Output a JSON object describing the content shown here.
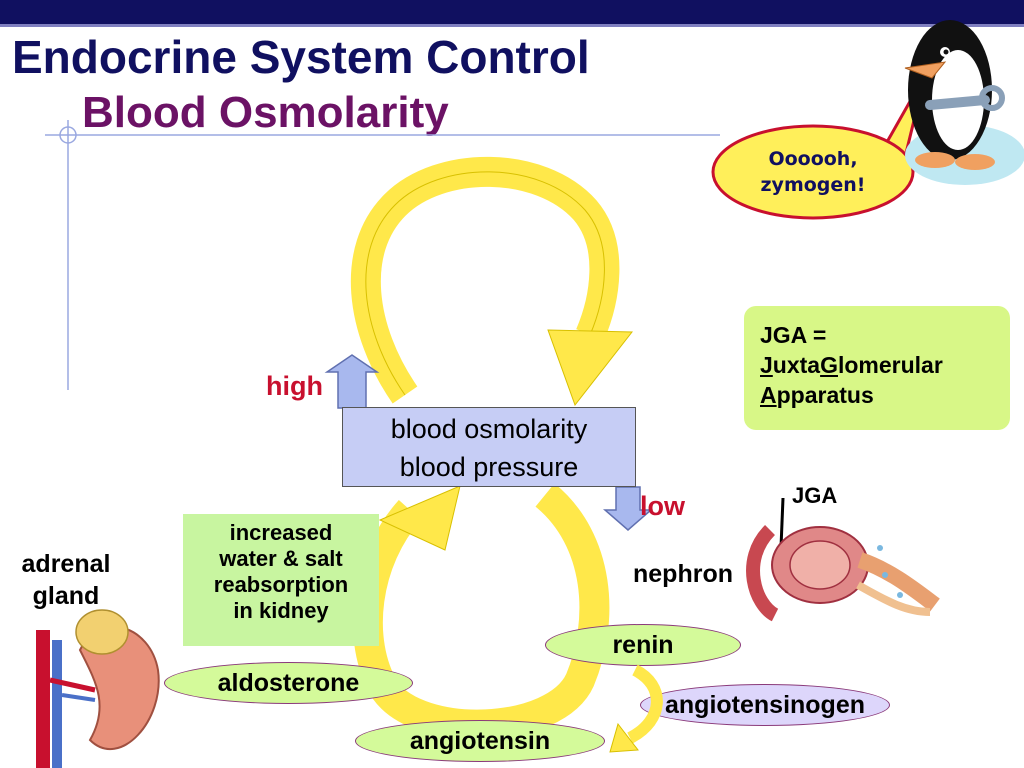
{
  "title": "Endocrine System Control",
  "subtitle": "Blood Osmolarity",
  "bubble": {
    "line1": "Oooooh,",
    "line2": "zymogen!"
  },
  "center_box": {
    "line1": "blood osmolarity",
    "line2": "blood pressure"
  },
  "high_label": "high",
  "low_label": "low",
  "reabsorption_box": {
    "line1": "increased",
    "line2": "water & salt",
    "line3": "reabsorption",
    "line4": "in kidney"
  },
  "jga_box": {
    "line1": "JGA =",
    "j_letter": "J",
    "uxta": "uxta",
    "g_letter": "G",
    "lomerular": "lomerular",
    "a_letter": "A",
    "pparatus": "pparatus"
  },
  "jga_pointer_label": "JGA",
  "nephron_label": "nephron",
  "adrenal_label": {
    "line1": "adrenal",
    "line2": "gland"
  },
  "ovals": {
    "renin": "renin",
    "aldosterone": "aldosterone",
    "angiotensinogen": "angiotensinogen",
    "angiotensin": "angiotensin"
  },
  "colors": {
    "title": "#101060",
    "subtitle": "#6b1265",
    "loop_arrow": "#ffe84a",
    "high_low_text": "#c8102e",
    "center_box": "#c6cdf5",
    "reabsorption_box": "#c8f5a0",
    "jga_box": "#d8f787"
  }
}
